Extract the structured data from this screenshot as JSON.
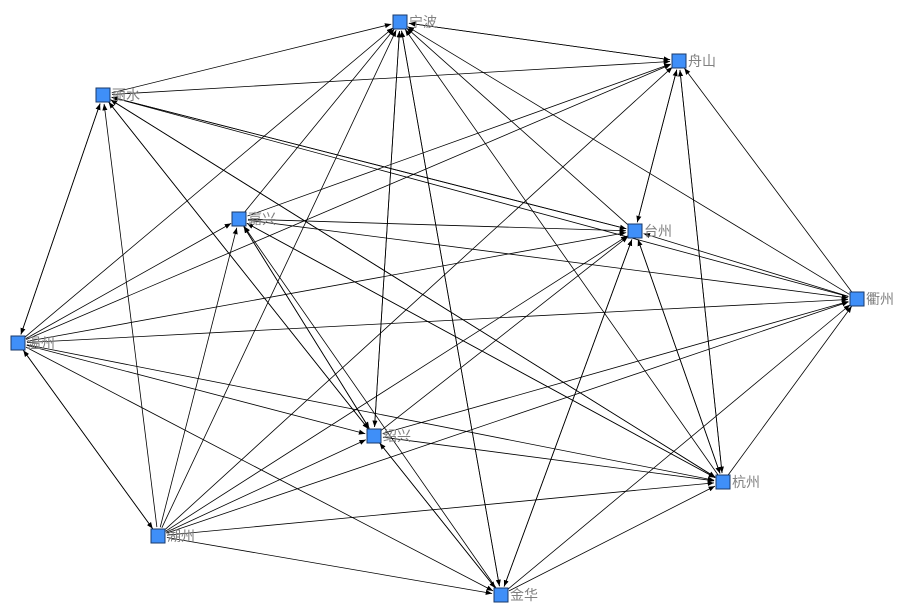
{
  "nodes": [
    {
      "id": "ningbo",
      "label": "宁波"
    },
    {
      "id": "zhoushan",
      "label": "舟山"
    },
    {
      "id": "lishui",
      "label": "丽水"
    },
    {
      "id": "jiaxing",
      "label": "嘉兴"
    },
    {
      "id": "taizhou",
      "label": "台州"
    },
    {
      "id": "quzhou",
      "label": "衢州"
    },
    {
      "id": "wenzhou",
      "label": "温州"
    },
    {
      "id": "shaoxing",
      "label": "绍兴"
    },
    {
      "id": "hangzhou",
      "label": "杭州"
    },
    {
      "id": "huzhou",
      "label": "湖州"
    },
    {
      "id": "jinhua",
      "label": "金华"
    }
  ],
  "edges": [
    [
      "lishui",
      "ningbo"
    ],
    [
      "lishui",
      "zhoushan"
    ],
    [
      "lishui",
      "taizhou"
    ],
    [
      "lishui",
      "shaoxing"
    ],
    [
      "lishui",
      "hangzhou"
    ],
    [
      "lishui",
      "wenzhou"
    ],
    [
      "jiaxing",
      "ningbo"
    ],
    [
      "jiaxing",
      "taizhou"
    ],
    [
      "jiaxing",
      "shaoxing"
    ],
    [
      "jiaxing",
      "quzhou"
    ],
    [
      "jiaxing",
      "hangzhou"
    ],
    [
      "jiaxing",
      "zhoushan"
    ],
    [
      "wenzhou",
      "lishui"
    ],
    [
      "wenzhou",
      "jiaxing"
    ],
    [
      "wenzhou",
      "ningbo"
    ],
    [
      "wenzhou",
      "zhoushan"
    ],
    [
      "wenzhou",
      "taizhou"
    ],
    [
      "wenzhou",
      "quzhou"
    ],
    [
      "wenzhou",
      "shaoxing"
    ],
    [
      "wenzhou",
      "hangzhou"
    ],
    [
      "wenzhou",
      "huzhou"
    ],
    [
      "wenzhou",
      "jinhua"
    ],
    [
      "huzhou",
      "lishui"
    ],
    [
      "huzhou",
      "jiaxing"
    ],
    [
      "huzhou",
      "ningbo"
    ],
    [
      "huzhou",
      "zhoushan"
    ],
    [
      "huzhou",
      "taizhou"
    ],
    [
      "huzhou",
      "quzhou"
    ],
    [
      "huzhou",
      "shaoxing"
    ],
    [
      "huzhou",
      "hangzhou"
    ],
    [
      "huzhou",
      "jinhua"
    ],
    [
      "huzhou",
      "wenzhou"
    ],
    [
      "shaoxing",
      "ningbo"
    ],
    [
      "shaoxing",
      "jiaxing"
    ],
    [
      "shaoxing",
      "lishui"
    ],
    [
      "shaoxing",
      "taizhou"
    ],
    [
      "shaoxing",
      "quzhou"
    ],
    [
      "shaoxing",
      "hangzhou"
    ],
    [
      "shaoxing",
      "jinhua"
    ],
    [
      "jinhua",
      "ningbo"
    ],
    [
      "jinhua",
      "shaoxing"
    ],
    [
      "jinhua",
      "taizhou"
    ],
    [
      "jinhua",
      "quzhou"
    ],
    [
      "jinhua",
      "hangzhou"
    ],
    [
      "jinhua",
      "jiaxing"
    ],
    [
      "hangzhou",
      "ningbo"
    ],
    [
      "hangzhou",
      "zhoushan"
    ],
    [
      "hangzhou",
      "taizhou"
    ],
    [
      "hangzhou",
      "lishui"
    ],
    [
      "hangzhou",
      "jiaxing"
    ],
    [
      "hangzhou",
      "quzhou"
    ],
    [
      "quzhou",
      "ningbo"
    ],
    [
      "quzhou",
      "zhoushan"
    ],
    [
      "quzhou",
      "taizhou"
    ],
    [
      "quzhou",
      "lishui"
    ],
    [
      "taizhou",
      "zhoushan"
    ],
    [
      "taizhou",
      "ningbo"
    ],
    [
      "taizhou",
      "lishui"
    ],
    [
      "taizhou",
      "jinhua"
    ],
    [
      "taizhou",
      "hangzhou"
    ],
    [
      "zhoushan",
      "ningbo"
    ],
    [
      "zhoushan",
      "taizhou"
    ],
    [
      "zhoushan",
      "hangzhou"
    ],
    [
      "ningbo",
      "zhoushan"
    ],
    [
      "ningbo",
      "shaoxing"
    ],
    [
      "ningbo",
      "jinhua"
    ]
  ],
  "colors": {
    "node": "#3f8ff8",
    "edge": "#000000",
    "label": "#808080"
  }
}
